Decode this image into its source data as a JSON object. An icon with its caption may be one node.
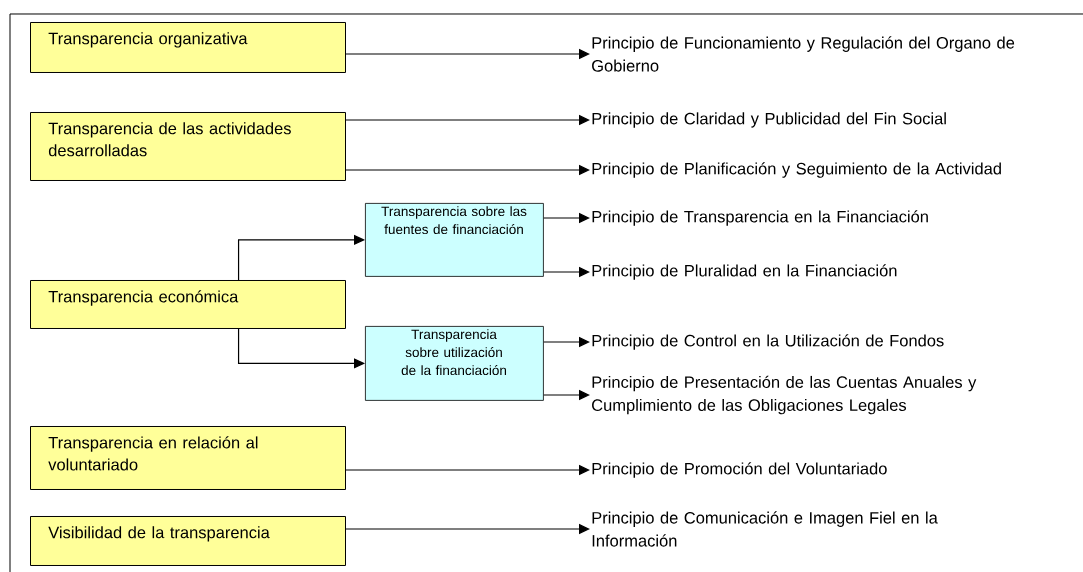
{
  "diagram": {
    "nodes": [
      {
        "text": [
          "Transparencia organizativa"
        ]
      },
      {
        "text": [
          "Principio de Funcionamiento y Regulación del Organo de Gobierno"
        ]
      },
      {
        "text": [
          "Transparencia de las actividades desarrolladas"
        ]
      },
      {
        "text": [
          "Principio de Claridad y Publicidad del Fin Social"
        ]
      },
      {
        "text": [
          "Principio de Planificación y Seguimiento de la Actividad"
        ]
      },
      {
        "text": [
          "Transparencia económica"
        ]
      },
      {
        "text": [
          "Transparencia sobre las fuentes de financiación"
        ]
      },
      {
        "text": [
          "Principio de Transparencia en la Financiación"
        ]
      },
      {
        "text": [
          "Principio de Pluralidad en la Financiación"
        ]
      },
      {
        "text": [
          "Transparencia sobre utilización de la financiación"
        ]
      },
      {
        "text": [
          "Principio de Control en la Utilización de Fondos"
        ]
      },
      {
        "text": [
          "Principio de Presentación de las Cuentas Anuales y Cumplimiento de las Obligaciones Legales"
        ]
      },
      {
        "text": [
          "Transparencia en relación al voluntariado"
        ]
      },
      {
        "text": [
          "Principio de Promoción del Voluntariado"
        ]
      },
      {
        "text": [
          "Visibilidad de la transparencia"
        ]
      },
      {
        "text": [
          "Principio de Comunicación e Imagen Fiel en la Información"
        ]
      }
    ],
    "edges": [
      {
        "from": 0,
        "to": 1,
        "arrow": "to"
      },
      {
        "from": 2,
        "to": 3,
        "arrow": "to"
      },
      {
        "from": 2,
        "to": 4,
        "arrow": "to"
      },
      {
        "from": 5,
        "to": 6,
        "arrow": "to"
      },
      {
        "from": 5,
        "to": 9,
        "arrow": "to"
      },
      {
        "from": 6,
        "to": 7,
        "arrow": "to"
      },
      {
        "from": 6,
        "to": 8,
        "arrow": "to"
      },
      {
        "from": 9,
        "to": 10,
        "arrow": "to"
      },
      {
        "from": 9,
        "to": 11,
        "arrow": "to"
      },
      {
        "from": 12,
        "to": 13,
        "arrow": "to"
      },
      {
        "from": 14,
        "to": 15,
        "arrow": "to"
      }
    ]
  }
}
